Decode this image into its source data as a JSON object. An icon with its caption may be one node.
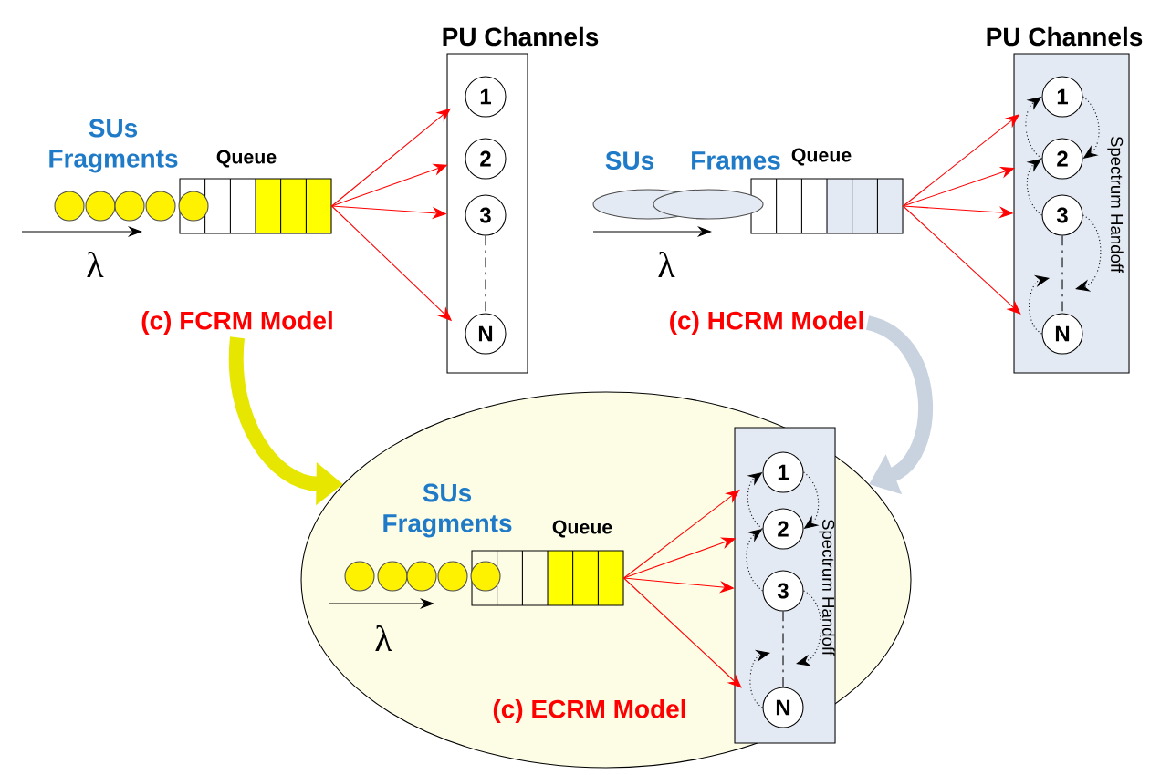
{
  "diagram": {
    "nodes": [
      {
        "text": [
          "PU Channels"
        ]
      },
      {
        "text": [
          "1"
        ],
        "in": 0
      },
      {
        "text": [
          "2"
        ],
        "in": 0
      },
      {
        "text": [
          "3"
        ],
        "in": 0
      },
      {
        "text": [
          "N"
        ],
        "in": 0
      },
      {
        "text": [
          "Queue"
        ]
      },
      {
        "text": [
          "(c) FCRM Model"
        ]
      },
      {
        "text": [
          "PU Channels",
          "Spectrum Handoff"
        ]
      },
      {
        "text": [
          "1"
        ],
        "in": 7
      },
      {
        "text": [
          "2"
        ],
        "in": 7
      },
      {
        "text": [
          "3"
        ],
        "in": 7
      },
      {
        "text": [
          "N"
        ],
        "in": 7
      },
      {
        "text": [
          "Queue"
        ]
      },
      {
        "text": [
          "(c) HCRM Model"
        ]
      },
      {
        "text": [
          "(c) ECRM Model"
        ]
      },
      {
        "text": [
          "Spectrum Handoff"
        ],
        "in": 14
      },
      {
        "text": [
          "1"
        ],
        "in": 15
      },
      {
        "text": [
          "2"
        ],
        "in": 15
      },
      {
        "text": [
          "3"
        ],
        "in": 15
      },
      {
        "text": [
          "N"
        ],
        "in": 15
      },
      {
        "text": [
          "Queue"
        ],
        "in": 14
      }
    ],
    "edges": [
      {
        "from": 5,
        "to": 1,
        "arrow": "to",
        "color": "#ff0000"
      },
      {
        "from": 5,
        "to": 2,
        "arrow": "to",
        "color": "#ff0000"
      },
      {
        "from": 5,
        "to": 3,
        "arrow": "to",
        "color": "#ff0000"
      },
      {
        "from": 5,
        "to": 4,
        "arrow": "to",
        "color": "#ff0000"
      },
      {
        "from": 3,
        "to": 4,
        "arrow": "none",
        "style": "dashed"
      },
      {
        "from": 6,
        "to": 14,
        "arrow": "to",
        "style": "thick",
        "color": "#e6e600"
      },
      {
        "from": 12,
        "to": 8,
        "arrow": "to",
        "color": "#ff0000"
      },
      {
        "from": 12,
        "to": 9,
        "arrow": "to",
        "color": "#ff0000"
      },
      {
        "from": 12,
        "to": 10,
        "arrow": "to",
        "color": "#ff0000"
      },
      {
        "from": 12,
        "to": 11,
        "arrow": "to",
        "color": "#ff0000"
      },
      {
        "from": 10,
        "to": 11,
        "arrow": "none",
        "style": "dashed"
      },
      {
        "from": 9,
        "to": 8,
        "arrow": "to",
        "style": "dashed"
      },
      {
        "from": 8,
        "to": 9,
        "arrow": "to",
        "style": "dashed"
      },
      {
        "from": 10,
        "to": 9,
        "arrow": "to",
        "style": "dashed"
      },
      {
        "from": 10,
        "to": null,
        "arrow": "to",
        "style": "dashed"
      },
      {
        "from": 11,
        "to": null,
        "arrow": "to",
        "style": "dashed"
      },
      {
        "from": 13,
        "to": 14,
        "arrow": "to",
        "style": "thick",
        "color": "#c9d3e0"
      },
      {
        "from": 20,
        "to": 16,
        "arrow": "to",
        "color": "#ff0000"
      },
      {
        "from": 20,
        "to": 17,
        "arrow": "to",
        "color": "#ff0000"
      },
      {
        "from": 20,
        "to": 18,
        "arrow": "to",
        "color": "#ff0000"
      },
      {
        "from": 20,
        "to": 19,
        "arrow": "to",
        "color": "#ff0000"
      },
      {
        "from": 18,
        "to": 19,
        "arrow": "none",
        "style": "dashed"
      },
      {
        "from": 17,
        "to": 16,
        "arrow": "to",
        "style": "dashed"
      },
      {
        "from": 16,
        "to": 17,
        "arrow": "to",
        "style": "dashed"
      },
      {
        "from": 18,
        "to": 17,
        "arrow": "to",
        "style": "dashed"
      },
      {
        "from": 18,
        "to": null,
        "arrow": "to",
        "style": "dashed"
      },
      {
        "from": 19,
        "to": null,
        "arrow": "to",
        "style": "dashed"
      }
    ],
    "labels": [
      "SUs Fragments",
      "λ",
      "SUs",
      "Frames",
      "λ",
      "SUs Fragments",
      "λ"
    ]
  }
}
